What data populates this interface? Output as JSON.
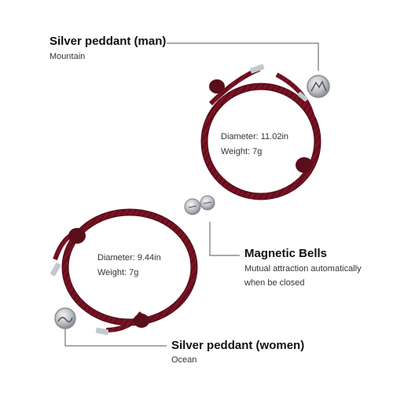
{
  "labels": {
    "man": {
      "title": "Silver peddant (man)",
      "subtitle": "Mountain"
    },
    "magnetic": {
      "title": "Magnetic Bells",
      "line1": "Mutual attraction automatically",
      "line2": "when be closed"
    },
    "women": {
      "title": "Silver peddant (women)",
      "subtitle": "Ocean"
    }
  },
  "bracelet_top": {
    "diameter": "Diameter: 11.02in",
    "weight": "Weight: 7g"
  },
  "bracelet_bottom": {
    "diameter": "Diameter: 9.44in",
    "weight": "Weight: 7g"
  },
  "colors": {
    "cord": "#7a1224",
    "cord_dark": "#4e0a16",
    "silver": "#b9bcc2",
    "line": "#555555"
  }
}
